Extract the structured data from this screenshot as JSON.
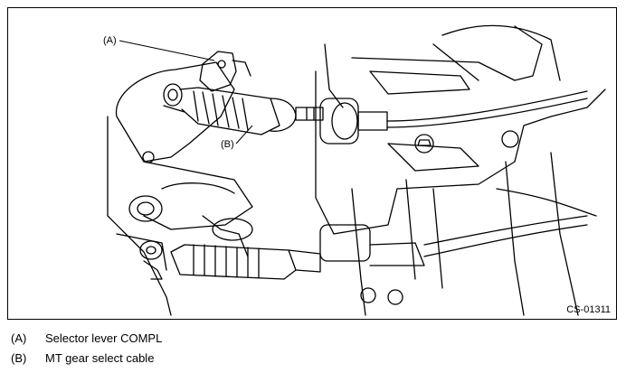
{
  "figure": {
    "callouts": [
      {
        "id": "a",
        "label": "(A)"
      },
      {
        "id": "b",
        "label": "(B)"
      }
    ],
    "code": "CS-01311"
  },
  "legend": [
    {
      "key": "(A)",
      "text": "Selector lever COMPL"
    },
    {
      "key": "(B)",
      "text": "MT gear select cable"
    }
  ]
}
